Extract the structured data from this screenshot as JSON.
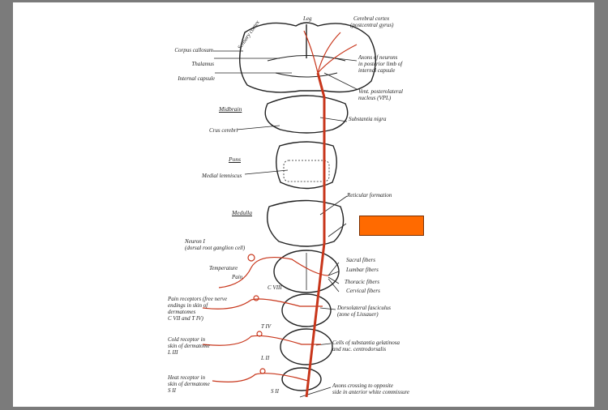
{
  "colors": {
    "tract": "#c8361b",
    "highlight": "#ff6a00",
    "frame": "#7b7b7b"
  },
  "labels": {
    "sensory_cortex": "Sensory cortex",
    "leg": "Leg",
    "cerebral_cortex": "Cerebral cortex",
    "postcentral": "(postcentral gyrus)",
    "corpus_callosum": "Corpus callosum",
    "thalamus": "Thalamus",
    "internal_capsule": "Internal capsule",
    "axons_1": "Axons of neurons",
    "axons_2": "in posterior limb of",
    "axons_3": "internal capsule",
    "vpl_1": "Vent. posterolateral",
    "vpl_2": "nucleus (VPL)",
    "midbrain": "Midbrain",
    "substantia_nigra": "Substantia nigra",
    "crus_cerebri": "Crus cerebri",
    "pons": "Pons",
    "medial_lemniscus": "Medial lemniscus",
    "reticular_formation": "Reticular formation",
    "medulla": "Medulla",
    "neuron_1": "Neuron I",
    "neuron_2": "(dorsal root ganglion cell)",
    "temperature": "Temperature",
    "pain": "Pain",
    "c8": "C VIII",
    "sacral": "Sacral fibers",
    "lumbar": "Lumbar fibers",
    "thoracic": "Thoracic fibers",
    "cervical": "Cervical fibers",
    "pain_rec_1": "Pain receptors (free nerve",
    "pain_rec_2": "endings in skin of",
    "pain_rec_3": "dermatomes",
    "pain_rec_4": "C VII and T IV)",
    "t4": "T IV",
    "dorsolateral_1": "Dorsolateral fasciculus",
    "dorsolateral_2": "(zone of Lissauer)",
    "cold_1": "Cold receptor in",
    "cold_2": "skin of dermatome",
    "cold_3": "L III",
    "l2": "L II",
    "cells_1": "Cells of substantia gelatinosa",
    "cells_2": "and nuc. centrodorsalis",
    "heat_1": "Heat receptor in",
    "heat_2": "skin of dermatome",
    "heat_3": "S II",
    "s2": "S II",
    "axons_cross_1": "Axons crossing to opposite",
    "axons_cross_2": "side in anterior white commissure"
  }
}
